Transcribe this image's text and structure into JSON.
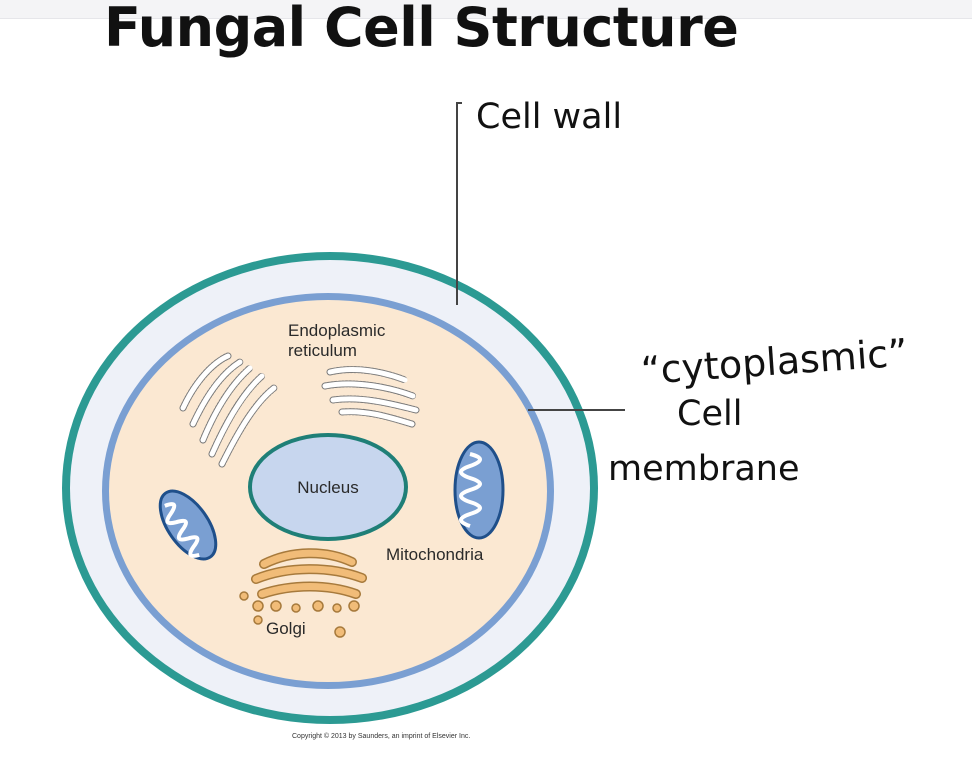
{
  "slide": {
    "title": "Fungal Cell Structure"
  },
  "labels": {
    "cell_wall": "Cell wall",
    "cell_membrane_line1": "Cell",
    "cell_membrane_line2": "membrane",
    "handwritten_note": "“cytoplasmic”",
    "endoplasmic_line1": "Endoplasmic",
    "endoplasmic_line2": "reticulum",
    "nucleus": "Nucleus",
    "mitochondria": "Mitochondria",
    "golgi": "Golgi",
    "copyright": "Copyright © 2013 by Saunders, an imprint of Elsevier Inc."
  },
  "colors": {
    "cell_wall": "#2c9a93",
    "wall_interior": "#eef1f8",
    "membrane": "#7a9fd2",
    "cytoplasm": "#fbe8d2",
    "nucleus_fill": "#c7d6ee",
    "nucleus_border": "#1f7f77",
    "golgi": "#f1bc78"
  }
}
